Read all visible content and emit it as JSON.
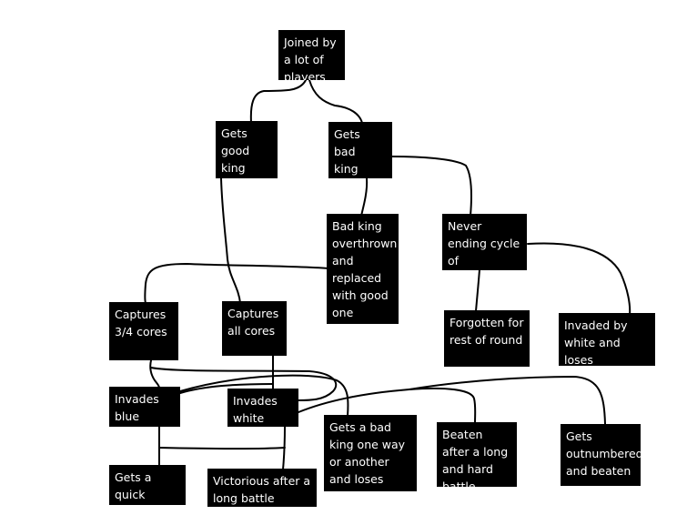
{
  "colors": {
    "background": "#ffffff",
    "node_fill": "#000000",
    "node_text": "#ffffff",
    "line": "#000000"
  },
  "nodes": {
    "joined": "Joined by a lot of players",
    "good_king": "Gets good king",
    "bad_king": "Gets bad king",
    "overthrown": "Bad king overthrown and replaced with good one",
    "never_ending": "Never ending cycle of revolutions",
    "captures_34": "Captures 3/4 cores",
    "captures_all": "Captures all cores",
    "forgotten": "Forgotten for rest of round",
    "invaded_white": "Invaded by white and loses",
    "invades_blue": "Invades blue",
    "invades_white": "Invades white",
    "bad_king_loses": "Gets a bad king one way or another and loses",
    "beaten_long": "Beaten after a long and hard battle",
    "outnumbered": "Gets outnumbered and beaten",
    "quick_victory": "Gets a quick victory",
    "victorious_long": "Victorious after a long battle"
  }
}
